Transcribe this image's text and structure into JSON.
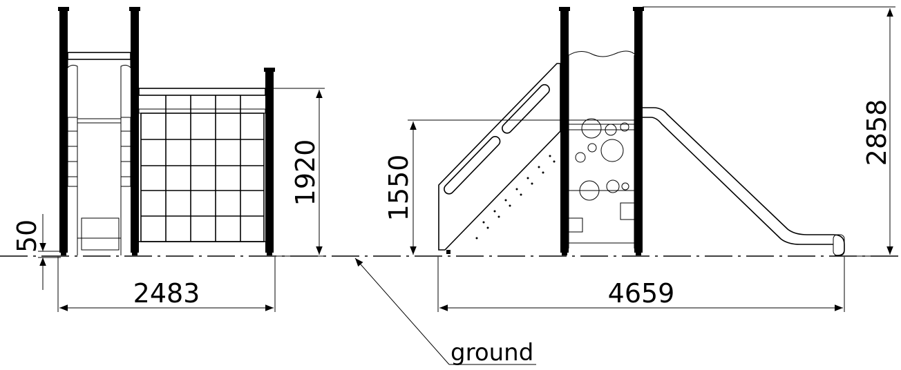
{
  "dimensions": {
    "left_width": "2483",
    "right_width": "4659",
    "left_height": "1920",
    "right_platform_height": "1550",
    "total_height": "2858",
    "offset": "50"
  },
  "callout": {
    "ground_label": "ground"
  }
}
